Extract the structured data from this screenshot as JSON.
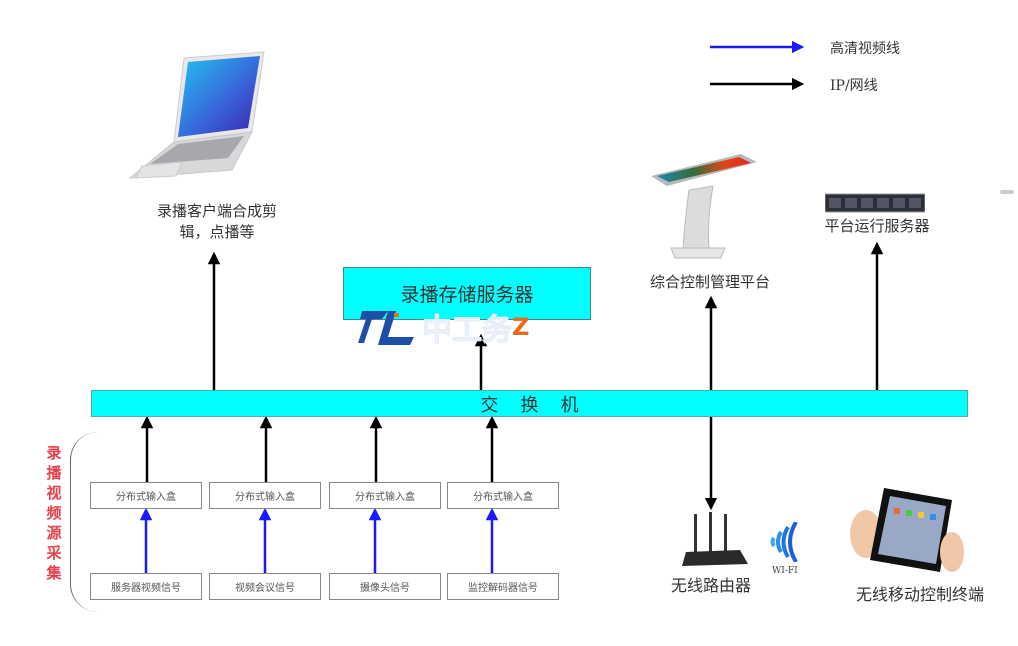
{
  "legend": {
    "items": [
      {
        "label": "高清视频线",
        "color": "#1a1aff",
        "icon": "blue-arrow-icon"
      },
      {
        "label": "IP/网线",
        "color": "#000000",
        "icon": "black-arrow-icon"
      }
    ]
  },
  "nodes": {
    "client": {
      "label_line1": "录播客户端合成剪",
      "label_line2": "辑，点播等",
      "icon": "laptop-icon"
    },
    "storage_server": {
      "label": "录播存储服务器"
    },
    "control_platform": {
      "label": "综合控制管理平台",
      "icon": "touchscreen-kiosk-icon"
    },
    "platform_server": {
      "label": "平台运行服务器",
      "icon": "rack-server-icon"
    },
    "switch": {
      "label": "交换机"
    },
    "router": {
      "label": "无线路由器",
      "icon": "wireless-router-icon"
    },
    "wifi": {
      "label": "WI-FI",
      "icon": "wifi-signal-icon"
    },
    "mobile_terminal": {
      "label": "无线移动控制终端",
      "icon": "tablet-icon"
    }
  },
  "capture_group": {
    "label": "录播视频源采集",
    "chars": [
      "录",
      "播",
      "视",
      "频",
      "源",
      "采",
      "集"
    ],
    "input_boxes": [
      "分布式输入盒",
      "分布式输入盒",
      "分布式输入盒",
      "分布式输入盒"
    ],
    "sources": [
      "服务器视频信号",
      "视频会议信号",
      "摄像头信号",
      "监控解码器信号"
    ]
  },
  "watermark": {
    "text_main": "中",
    "text_rest": "工务",
    "text_accent": "Z"
  },
  "colors": {
    "switch_fill": "#00ffff",
    "hd_video_line": "#1a1aff",
    "ip_line": "#000000",
    "capture_label": "#e8404a"
  }
}
